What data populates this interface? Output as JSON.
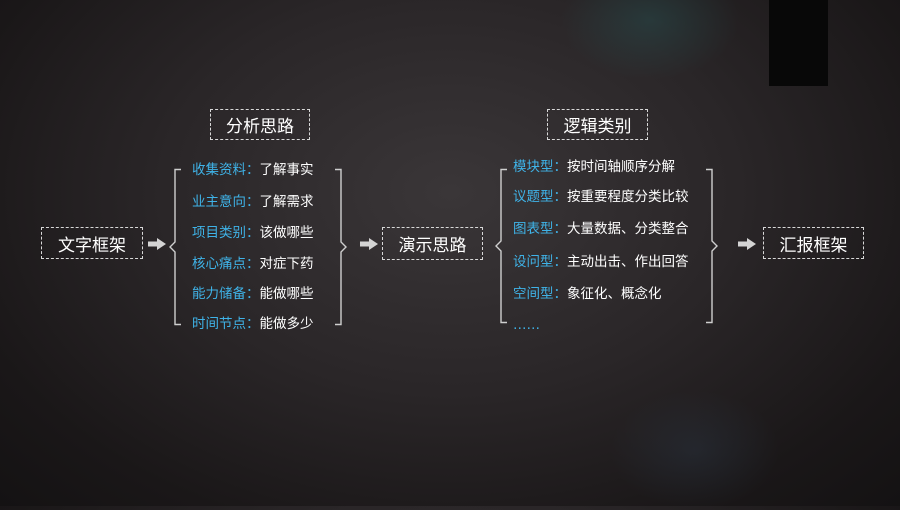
{
  "left_box": "文字框架",
  "center_box": "演示思路",
  "right_box": "汇报框架",
  "group1": {
    "title": "分析思路",
    "items": [
      {
        "key": "收集资料",
        "sep": "：",
        "value": "了解事实"
      },
      {
        "key": "业主意向",
        "sep": "：",
        "value": "了解需求"
      },
      {
        "key": "项目类别",
        "sep": "：",
        "value": "该做哪些"
      },
      {
        "key": "核心痛点",
        "sep": "：",
        "value": "对症下药"
      },
      {
        "key": "能力储备",
        "sep": "：",
        "value": "能做哪些"
      },
      {
        "key": "时间节点",
        "sep": "：",
        "value": "能做多少"
      }
    ]
  },
  "group2": {
    "title": "逻辑类别",
    "items": [
      {
        "key": "模块型",
        "sep": "：",
        "value": "按时间轴顺序分解"
      },
      {
        "key": "议题型",
        "sep": "：",
        "value": "按重要程度分类比较"
      },
      {
        "key": "图表型",
        "sep": "：",
        "value": "大量数据、分类整合"
      },
      {
        "key": "设问型",
        "sep": "：",
        "value": "主动出击、作出回答"
      },
      {
        "key": "空间型",
        "sep": "：",
        "value": "象征化、概念化"
      },
      {
        "key": "……",
        "sep": "",
        "value": ""
      }
    ]
  },
  "colors": {
    "accent": "#3fb3e8",
    "text": "#ffffff",
    "border": "#d8d8d8",
    "background": "#2a2628"
  }
}
